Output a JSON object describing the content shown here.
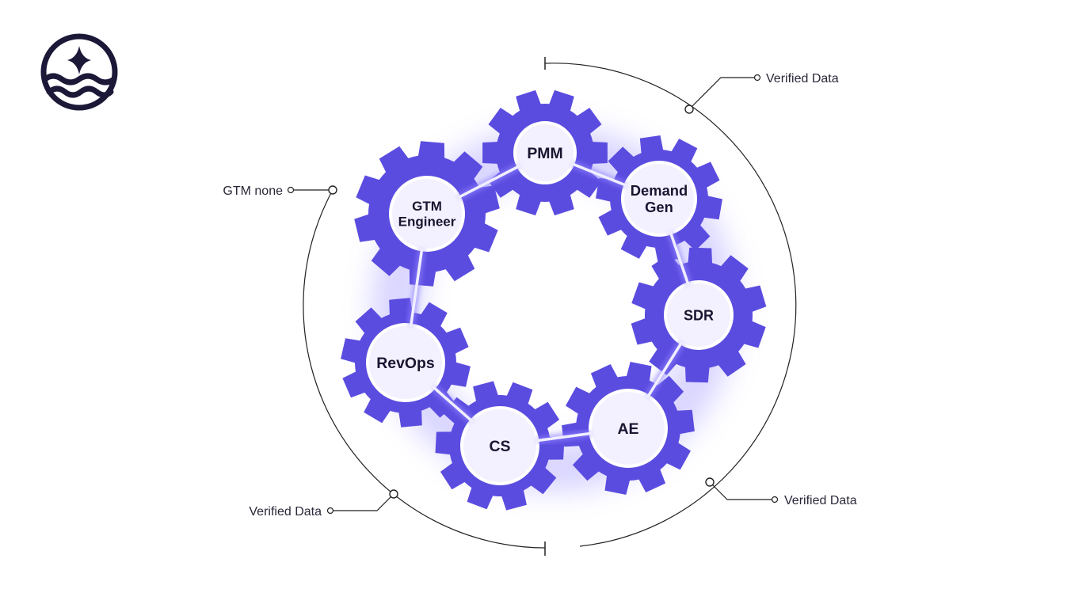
{
  "colors": {
    "gear": "#5b4ce0",
    "gear_glow": "#8f83ff",
    "hub": "#f3f1ff",
    "hub_stroke": "#ffffff",
    "line": "#222222",
    "logo": "#1b1838",
    "connector": "#f1eeff"
  },
  "logo": {
    "icon": "wave-star-logo-icon"
  },
  "gears": [
    {
      "id": "pmm",
      "lines": [
        "PMM"
      ]
    },
    {
      "id": "demand-gen",
      "lines": [
        "Demand",
        "Gen"
      ]
    },
    {
      "id": "sdr",
      "lines": [
        "SDR"
      ]
    },
    {
      "id": "ae",
      "lines": [
        "AE"
      ]
    },
    {
      "id": "cs",
      "lines": [
        "CS"
      ]
    },
    {
      "id": "revops",
      "lines": [
        "RevOps"
      ]
    },
    {
      "id": "gtm-engineer",
      "lines": [
        "GTM",
        "Engineer"
      ]
    }
  ],
  "callouts": [
    {
      "id": "top-right",
      "text": "Verified Data"
    },
    {
      "id": "left",
      "text": "GTM none"
    },
    {
      "id": "bottom-left",
      "text": "Verified Data"
    },
    {
      "id": "bottom-right",
      "text": "Verified Data"
    }
  ]
}
